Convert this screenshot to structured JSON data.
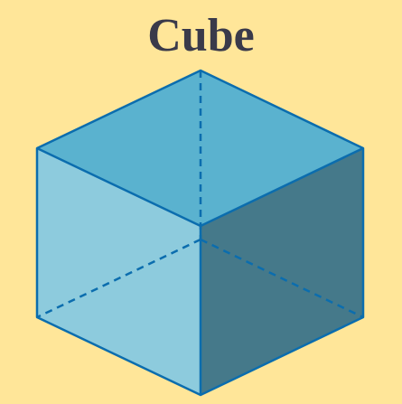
{
  "title": "Cube",
  "colors": {
    "background": "#FFE699",
    "title_text": "#3A3A4A",
    "top_face": "#5AB2CF",
    "left_face": "#8DCBDD",
    "right_face": "#45798A",
    "edge": "#0B6DAE"
  },
  "shape": {
    "name": "cube",
    "visible_faces": [
      "top-face",
      "left-face",
      "right-face"
    ],
    "hidden_edges_dashed": true
  }
}
